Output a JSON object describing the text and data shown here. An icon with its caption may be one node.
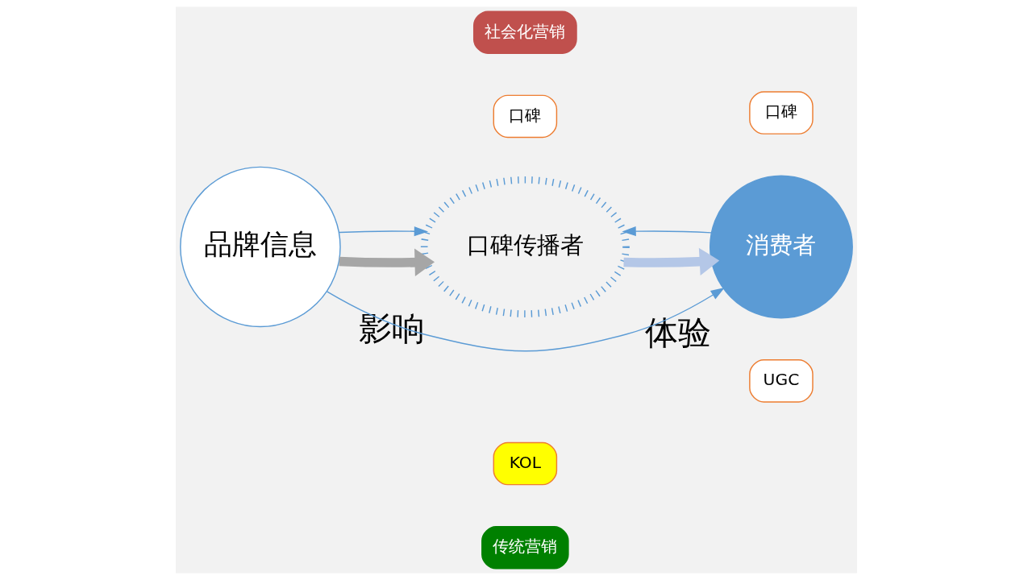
{
  "diagram": {
    "nodes": [
      {
        "text": [
          "传统营销"
        ]
      },
      {
        "text": [
          "KOL"
        ]
      },
      {
        "text": [
          "UGC"
        ]
      },
      {
        "text": [
          "品牌信息"
        ]
      },
      {
        "text": [
          "口碑传播者"
        ],
        "beside": [
          "影响"
        ]
      },
      {
        "text": [
          "消费者"
        ],
        "beside": [
          "体验"
        ]
      },
      {
        "text": [
          "口碑"
        ]
      },
      {
        "text": [
          "口碑"
        ]
      },
      {
        "text": [
          "社会化营销"
        ]
      }
    ],
    "edges": [
      {
        "from": 3,
        "to": 5,
        "arrow": "to"
      },
      {
        "from": 3,
        "to": 4,
        "arrow": "to",
        "style": "thick",
        "color": "#a6a6a6"
      },
      {
        "from": 4,
        "to": 5,
        "arrow": "to",
        "style": "thick",
        "color": "#b4c7e7"
      },
      {
        "from": 3,
        "to": 4,
        "arrow": "to"
      },
      {
        "from": 5,
        "to": 4,
        "arrow": "to"
      }
    ]
  }
}
